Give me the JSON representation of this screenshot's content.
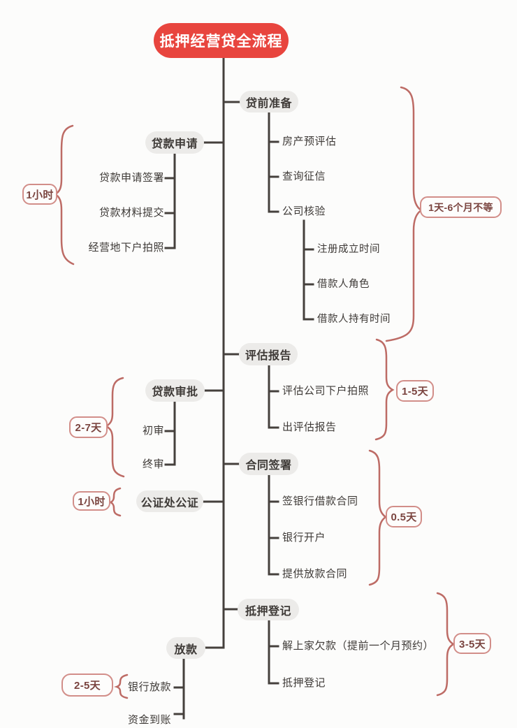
{
  "title": {
    "label": "抵押经营贷全流程"
  },
  "colors": {
    "root_fill": "#e8453e",
    "node_fill": "#ecebe9",
    "line": "#45403c",
    "brace": "#bd6b65",
    "duration_border": "#d28e89",
    "duration_text": "#7a443f",
    "text": "#3e3a37"
  },
  "branches": [
    {
      "id": "loan-preparation",
      "label": "贷前准备",
      "side": "right",
      "duration": "1天-6个月不等",
      "children": [
        {
          "label": "房产预评估"
        },
        {
          "label": "查询征信"
        },
        {
          "label": "公司核验",
          "children": [
            {
              "label": "注册成立时间"
            },
            {
              "label": "借款人角色"
            },
            {
              "label": "借款人持有时间"
            }
          ]
        }
      ]
    },
    {
      "id": "loan-application",
      "label": "贷款申请",
      "side": "left",
      "duration": "1小时",
      "children": [
        {
          "label": "贷款申请签署"
        },
        {
          "label": "贷款材料提交"
        },
        {
          "label": "经营地下户拍照"
        }
      ]
    },
    {
      "id": "appraisal-report",
      "label": "评估报告",
      "side": "right",
      "duration": "1-5天",
      "children": [
        {
          "label": "评估公司下户拍照"
        },
        {
          "label": "出评估报告"
        }
      ]
    },
    {
      "id": "loan-approval",
      "label": "贷款审批",
      "side": "left",
      "duration": "2-7天",
      "children": [
        {
          "label": "初审"
        },
        {
          "label": "终审"
        }
      ]
    },
    {
      "id": "contract-signing",
      "label": "合同签署",
      "side": "right",
      "duration": "0.5天",
      "children": [
        {
          "label": "签银行借款合同"
        },
        {
          "label": "银行开户"
        },
        {
          "label": "提供放款合同"
        }
      ]
    },
    {
      "id": "notarization",
      "label": "公证处公证",
      "side": "left",
      "duration": "1小时",
      "children": []
    },
    {
      "id": "mortgage-registration",
      "label": "抵押登记",
      "side": "right",
      "duration": "3-5天",
      "children": [
        {
          "label": "解上家欠款（提前一个月预约）"
        },
        {
          "label": "抵押登记"
        }
      ]
    },
    {
      "id": "disbursement",
      "label": "放款",
      "side": "left",
      "duration": "2-5天",
      "children": [
        {
          "label": "银行放款"
        },
        {
          "label": "资金到账"
        }
      ]
    }
  ]
}
